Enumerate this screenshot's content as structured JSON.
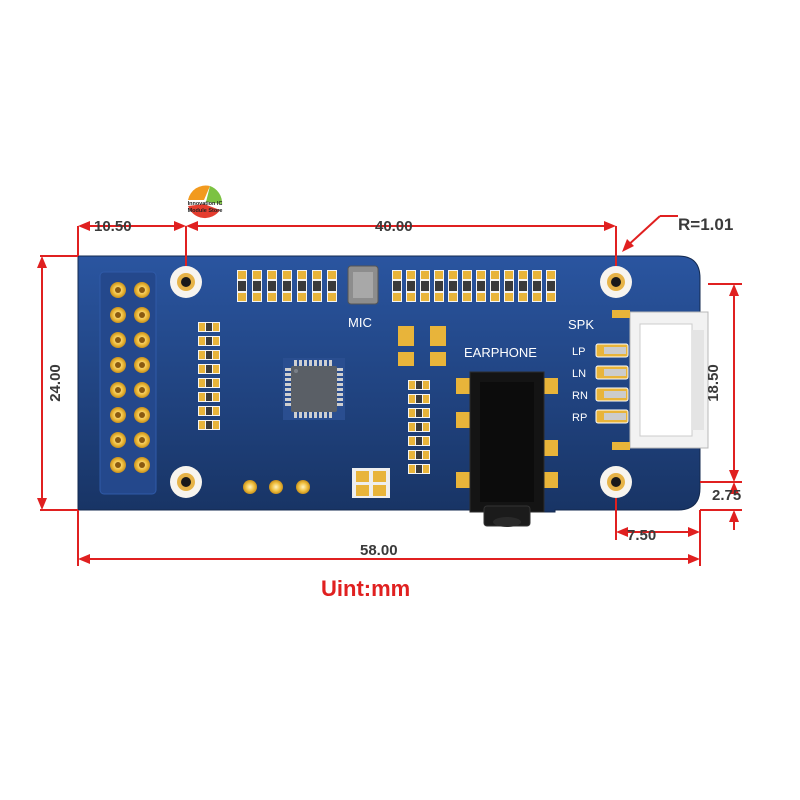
{
  "logo": {
    "line1": "Innovation IC",
    "line2": "Module Store"
  },
  "dimensions": {
    "left_offset": "10.50",
    "hole_spacing": "40.00",
    "corner_radius": "R=1.01",
    "height": "24.00",
    "connector_height": "18.50",
    "total_width": "58.00",
    "connector_offset": "7.50",
    "bottom_offset": "2.75"
  },
  "board_labels": {
    "mic": "MIC",
    "earphone": "EARPHONE",
    "speaker": "SPK",
    "pins": [
      "LP",
      "LN",
      "RN",
      "RP"
    ]
  },
  "unit_label": "Uint:mm",
  "colors": {
    "pcb": "#1e3d7a",
    "pcb_edge": "#27509a",
    "gold": "#e8b43a",
    "dimension": "#e02020",
    "connector": "#f2f2f2",
    "jack": "#111111"
  }
}
